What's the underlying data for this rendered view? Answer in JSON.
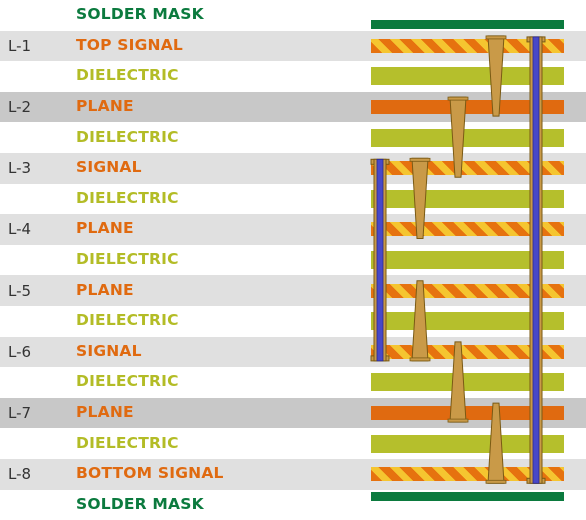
{
  "colors": {
    "mask": "#0b7a3e",
    "signal": "#e06a10",
    "stripe_a": "#e6720f",
    "stripe_b": "#f5c530",
    "dielectric": "#b5bf2c",
    "dielectric_text": "#b3bc26",
    "via_fill": "#4848c8",
    "via_outline": "#7a5a14",
    "microvia_fill": "#c99a48",
    "row_light": "#e0e0e0",
    "row_dark": "#c8c8c8"
  },
  "layers": [
    {
      "id": "",
      "name": "SOLDER MASK",
      "kind": "mask",
      "shade": "none",
      "pattern": "solid"
    },
    {
      "id": "L-1",
      "name": "TOP SIGNAL",
      "kind": "signal",
      "shade": "light",
      "pattern": "stripe"
    },
    {
      "id": "",
      "name": "DIELECTRIC",
      "kind": "dielectric",
      "shade": "none",
      "pattern": "solid"
    },
    {
      "id": "L-2",
      "name": "PLANE",
      "kind": "plane",
      "shade": "dark",
      "pattern": "solid"
    },
    {
      "id": "",
      "name": "DIELECTRIC",
      "kind": "dielectric",
      "shade": "none",
      "pattern": "solid"
    },
    {
      "id": "L-3",
      "name": "SIGNAL",
      "kind": "signal",
      "shade": "light",
      "pattern": "stripe"
    },
    {
      "id": "",
      "name": "DIELECTRIC",
      "kind": "dielectric",
      "shade": "none",
      "pattern": "solid"
    },
    {
      "id": "L-4",
      "name": "PLANE",
      "kind": "plane",
      "shade": "light",
      "pattern": "stripe"
    },
    {
      "id": "",
      "name": "DIELECTRIC",
      "kind": "dielectric",
      "shade": "none",
      "pattern": "solid"
    },
    {
      "id": "L-5",
      "name": "PLANE",
      "kind": "plane",
      "shade": "light",
      "pattern": "stripe"
    },
    {
      "id": "",
      "name": "DIELECTRIC",
      "kind": "dielectric",
      "shade": "none",
      "pattern": "solid"
    },
    {
      "id": "L-6",
      "name": "SIGNAL",
      "kind": "signal",
      "shade": "light",
      "pattern": "stripe"
    },
    {
      "id": "",
      "name": "DIELECTRIC",
      "kind": "dielectric",
      "shade": "none",
      "pattern": "solid"
    },
    {
      "id": "L-7",
      "name": "PLANE",
      "kind": "plane",
      "shade": "dark",
      "pattern": "solid"
    },
    {
      "id": "",
      "name": "DIELECTRIC",
      "kind": "dielectric",
      "shade": "none",
      "pattern": "solid"
    },
    {
      "id": "L-8",
      "name": "BOTTOM SIGNAL",
      "kind": "signal",
      "shade": "light",
      "pattern": "stripe"
    },
    {
      "id": "",
      "name": "SOLDER MASK",
      "kind": "mask",
      "shade": "none",
      "pattern": "solid"
    }
  ],
  "vias": [
    {
      "type": "through",
      "from_layer": "L-1",
      "to_layer": "L-8"
    },
    {
      "type": "buried",
      "from_layer": "L-3",
      "to_layer": "L-6"
    }
  ],
  "microvias": [
    {
      "from_layer": "L-1",
      "to_layer": "L-2"
    },
    {
      "from_layer": "L-2",
      "to_layer": "L-3"
    },
    {
      "from_layer": "L-3",
      "to_layer": "L-4"
    },
    {
      "from_layer": "L-5",
      "to_layer": "L-6"
    },
    {
      "from_layer": "L-6",
      "to_layer": "L-7"
    },
    {
      "from_layer": "L-7",
      "to_layer": "L-8"
    }
  ]
}
